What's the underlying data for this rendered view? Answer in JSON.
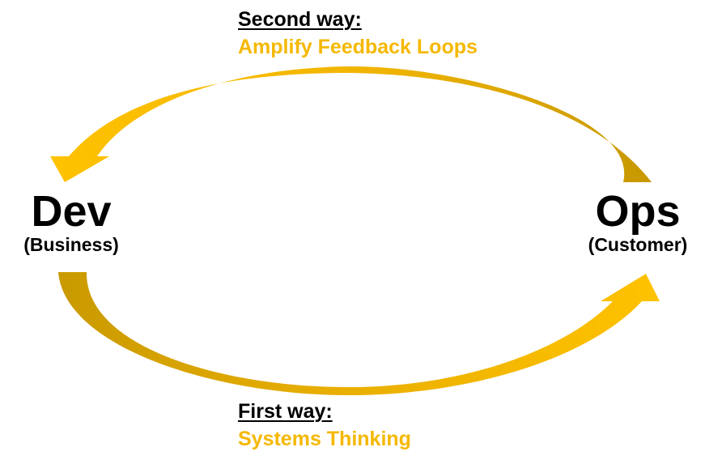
{
  "colors": {
    "accent": "#F5B800",
    "arrow_light": "#FFC200",
    "arrow_dark": "#C99A00",
    "text": "#000000"
  },
  "top_label": {
    "heading": "Second way:",
    "subtitle": "Amplify Feedback Loops"
  },
  "bottom_label": {
    "heading": "First way:",
    "subtitle": "Systems Thinking"
  },
  "left_node": {
    "title": "Dev",
    "subtitle": "(Business)"
  },
  "right_node": {
    "title": "Ops",
    "subtitle": "(Customer)"
  }
}
